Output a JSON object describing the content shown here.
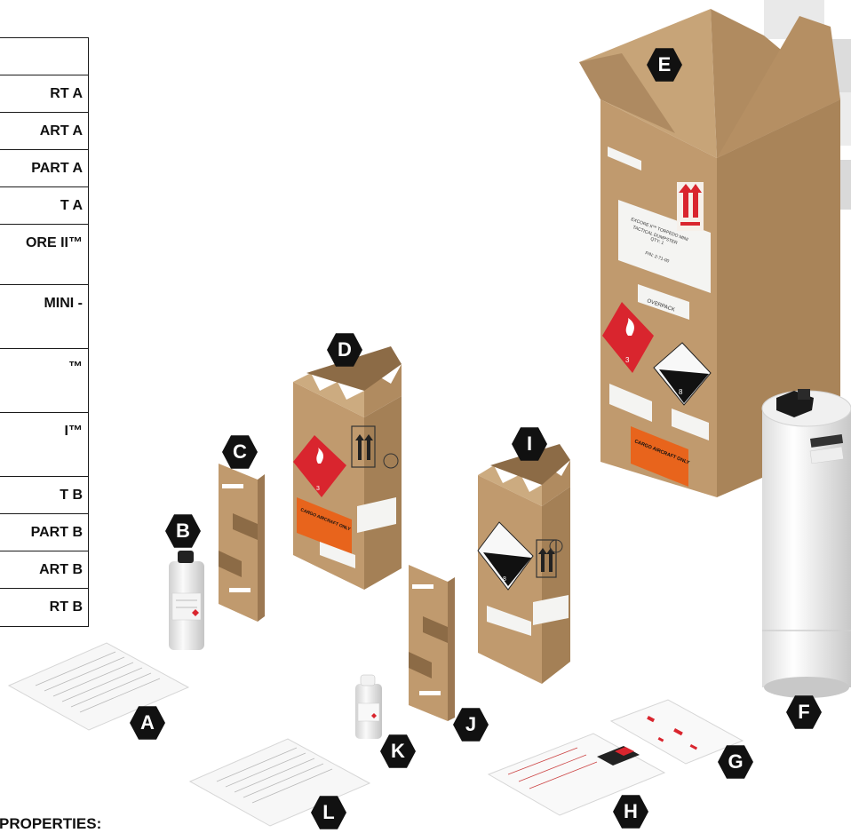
{
  "parts_table": {
    "rows": [
      {
        "label": "",
        "height": 42
      },
      {
        "label": "RT A",
        "height": 42
      },
      {
        "label": "ART A",
        "height": 42
      },
      {
        "label": "PART A",
        "height": 42
      },
      {
        "label": "T A",
        "height": 42
      },
      {
        "label": "ORE II™",
        "height": 68
      },
      {
        "label": "MINI -",
        "height": 72
      },
      {
        "label": "™",
        "height": 72
      },
      {
        "label": "I™",
        "height": 72
      },
      {
        "label": "T B",
        "height": 42
      },
      {
        "label": "PART B",
        "height": 42
      },
      {
        "label": "ART B",
        "height": 42
      },
      {
        "label": "RT B",
        "height": 42
      }
    ]
  },
  "footer": {
    "text": "R PROPERTIES:"
  },
  "callouts": [
    "A",
    "B",
    "C",
    "D",
    "E",
    "F",
    "G",
    "H",
    "I",
    "J",
    "K",
    "L"
  ],
  "box_e": {
    "label_line1": "EXCORE II™ TORPEDO MINI",
    "label_line2": "TACTICAL DUMPSTER",
    "label_line3": "QTY: 1",
    "label_pn": "P/N: 2-71-00",
    "overpack": "OVERPACK",
    "hazard_class_flam": "3",
    "hazard_class_corr": "8",
    "cargo_label": "CARGO AIRCRAFT ONLY"
  },
  "box_d": {
    "hazard_class": "3",
    "cargo_label": "CARGO AIRCRAFT ONLY"
  },
  "box_i": {
    "hazard_class": "8"
  },
  "colors": {
    "cardboard": "#b8936a",
    "cardboard_dark": "#9c7852",
    "cardboard_light": "#c9a57a",
    "hazard_red": "#d9252e",
    "cargo_orange": "#e8641c",
    "badge": "#111111"
  }
}
